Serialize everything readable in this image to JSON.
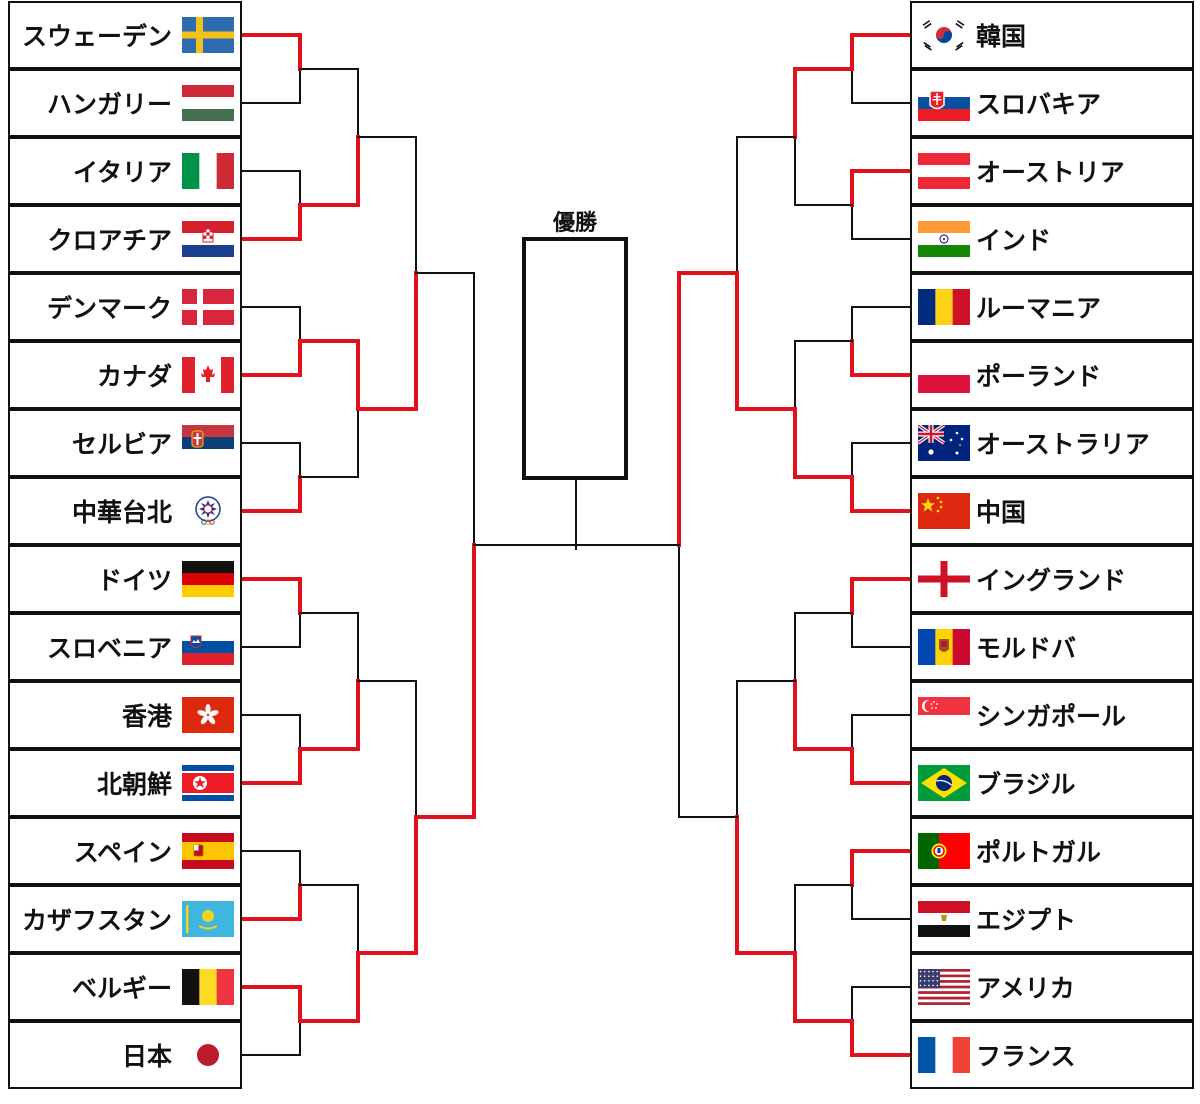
{
  "champion_label": "優勝",
  "colors": {
    "line": "#111111",
    "advance": "#e0101c"
  },
  "left_teams": [
    {
      "name": "スウェーデン",
      "flag": "sweden-flag-icon"
    },
    {
      "name": "ハンガリー",
      "flag": "hungary-flag-icon"
    },
    {
      "name": "イタリア",
      "flag": "italy-flag-icon"
    },
    {
      "name": "クロアチア",
      "flag": "croatia-flag-icon"
    },
    {
      "name": "デンマーク",
      "flag": "denmark-flag-icon"
    },
    {
      "name": "カナダ",
      "flag": "canada-flag-icon"
    },
    {
      "name": "セルビア",
      "flag": "serbia-flag-icon"
    },
    {
      "name": "中華台北",
      "flag": "chinese-taipei-flag-icon"
    },
    {
      "name": "ドイツ",
      "flag": "germany-flag-icon"
    },
    {
      "name": "スロベニア",
      "flag": "slovenia-flag-icon"
    },
    {
      "name": "香港",
      "flag": "hong-kong-flag-icon"
    },
    {
      "name": "北朝鮮",
      "flag": "north-korea-flag-icon"
    },
    {
      "name": "スペイン",
      "flag": "spain-flag-icon"
    },
    {
      "name": "カザフスタン",
      "flag": "kazakhstan-flag-icon"
    },
    {
      "name": "ベルギー",
      "flag": "belgium-flag-icon"
    },
    {
      "name": "日本",
      "flag": "japan-flag-icon"
    }
  ],
  "right_teams": [
    {
      "name": "韓国",
      "flag": "south-korea-flag-icon"
    },
    {
      "name": "スロバキア",
      "flag": "slovakia-flag-icon"
    },
    {
      "name": "オーストリア",
      "flag": "austria-flag-icon"
    },
    {
      "name": "インド",
      "flag": "india-flag-icon"
    },
    {
      "name": "ルーマニア",
      "flag": "romania-flag-icon"
    },
    {
      "name": "ポーランド",
      "flag": "poland-flag-icon"
    },
    {
      "name": "オーストラリア",
      "flag": "australia-flag-icon"
    },
    {
      "name": "中国",
      "flag": "china-flag-icon"
    },
    {
      "name": "イングランド",
      "flag": "england-flag-icon"
    },
    {
      "name": "モルドバ",
      "flag": "moldova-flag-icon"
    },
    {
      "name": "シンガポール",
      "flag": "singapore-flag-icon"
    },
    {
      "name": "ブラジル",
      "flag": "brazil-flag-icon"
    },
    {
      "name": "ポルトガル",
      "flag": "portugal-flag-icon"
    },
    {
      "name": "エジプト",
      "flag": "egypt-flag-icon"
    },
    {
      "name": "アメリカ",
      "flag": "usa-flag-icon"
    },
    {
      "name": "フランス",
      "flag": "france-flag-icon"
    }
  ],
  "results": {
    "left": {
      "r1": [
        0,
        1,
        1,
        1,
        0,
        1,
        1,
        0
      ],
      "r2": [
        1,
        0,
        1,
        1
      ],
      "r3": [
        1,
        1
      ],
      "r4": [
        1
      ]
    },
    "right": {
      "r1": [
        0,
        0,
        1,
        1,
        0,
        1,
        0,
        1
      ],
      "r2": [
        0,
        1,
        1,
        1
      ],
      "r3": [
        1,
        1
      ],
      "r4": [
        0
      ]
    }
  }
}
